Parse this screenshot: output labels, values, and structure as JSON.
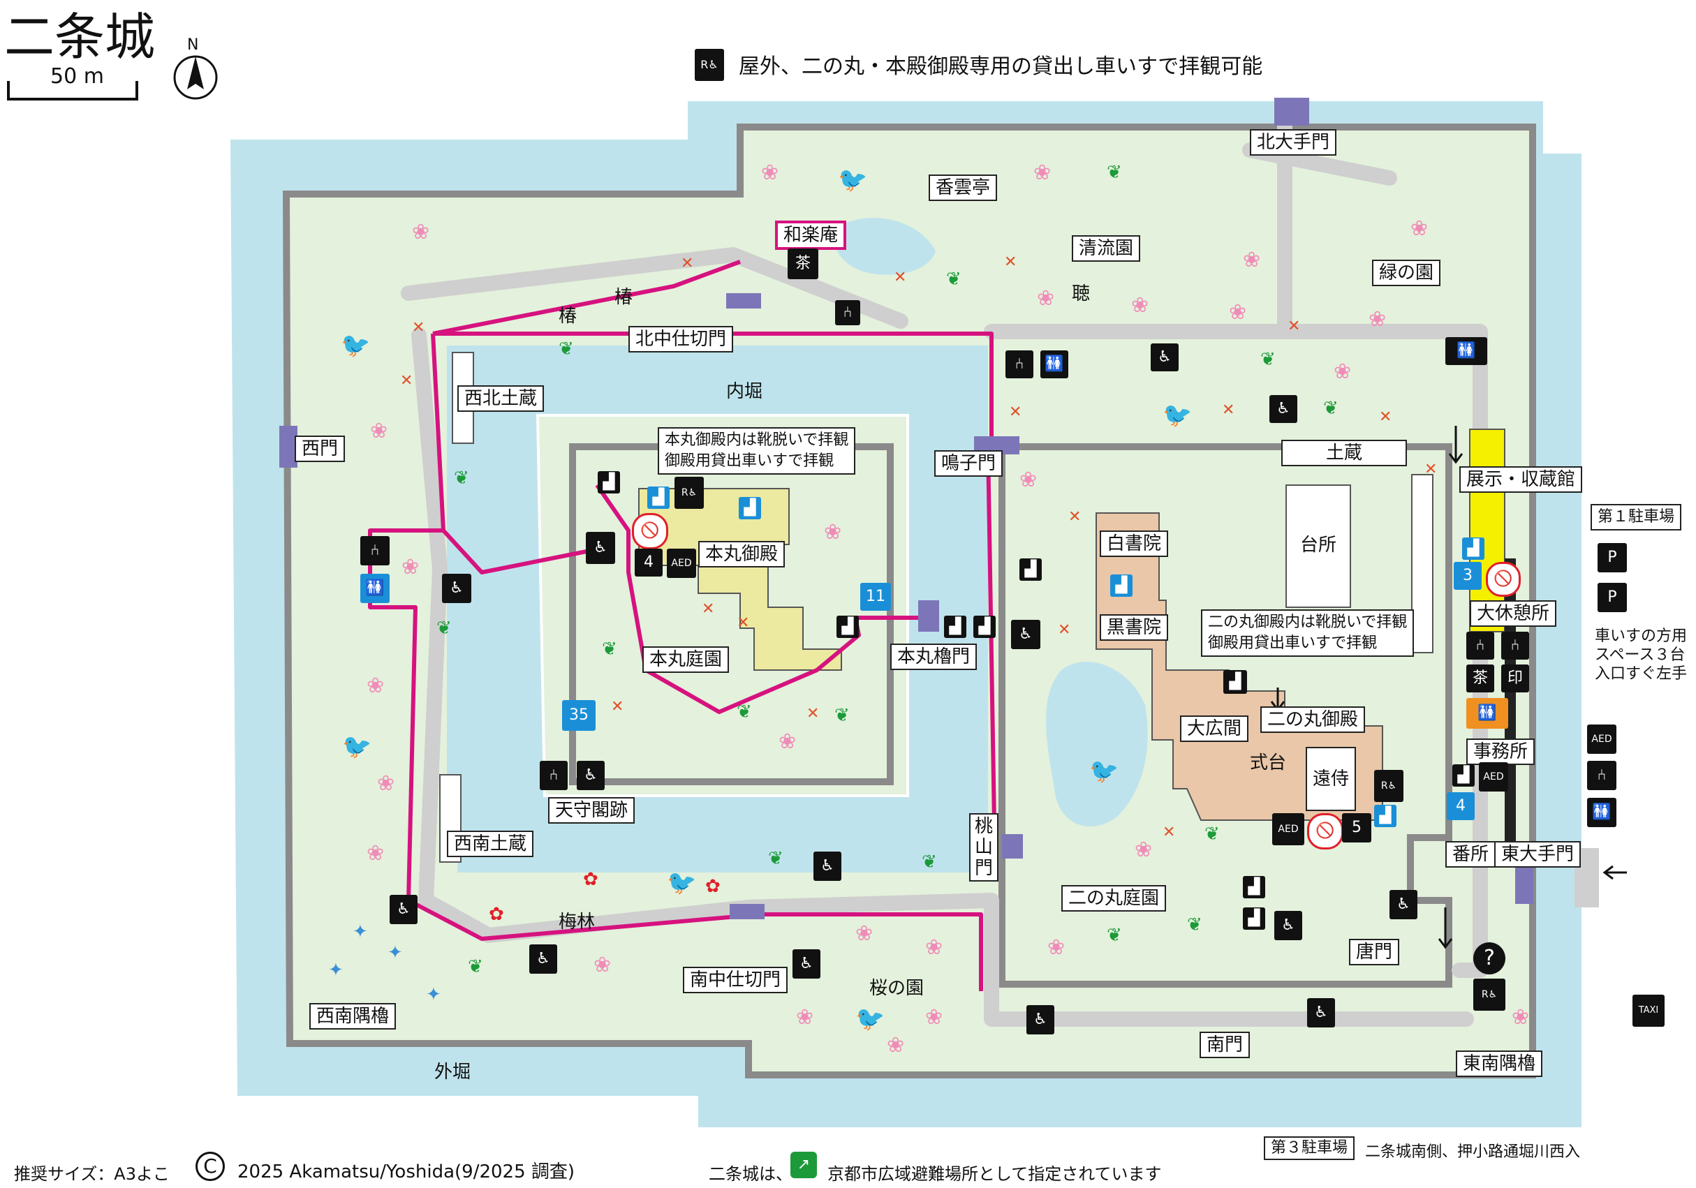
{
  "title": "二条城",
  "scale_label": "50 m",
  "north_label": "N",
  "notice_wheelchair": "屋外、二の丸・本殿御殿専用の貸出し車いすで拝観可能",
  "areas": {
    "kitaote_mon": "北大手門",
    "koun_tei": "香雲亭",
    "waraku_an": "和楽庵",
    "seiryu_en": "清流園",
    "midori_no_sono": "緑の園",
    "tsubaki1": "椿",
    "tsubaki2": "椿",
    "kitanaka_shikiri_mon": "北中仕切門",
    "uchibori": "内堀",
    "seihoku_dozo": "西北土蔵",
    "nishi_mon": "西門",
    "honmaru_note1": "本丸御殿内は靴脱いで拝観",
    "honmaru_note2": "御殿用貸出車いすで拝観",
    "honmaru_goten": "本丸御殿",
    "honmaru_teien": "本丸庭園",
    "honmaru_yagura_mon": "本丸櫓門",
    "tenshu_kakuato": "天守閣跡",
    "seinan_dozo": "西南土蔵",
    "bairin": "梅林",
    "minamanaka_shikiri_mon": "南中仕切門",
    "sakura_no_sono": "桜の園",
    "seinan_sumiyagura": "西南隅櫓",
    "sotobori": "外堀",
    "naruko_mon": "鳴子門",
    "momoyama_mon": "桃山門",
    "shiroshoin": "白書院",
    "kuroshoin": "黒書院",
    "ninomaru_note1": "二の丸御殿内は靴脱いで拝観",
    "ninomaru_note2": "御殿用貸出車いすで拝観",
    "ohiroma": "大広間",
    "ninomaru_goten": "二の丸御殿",
    "shikidai": "式台",
    "tozamurai": "遠侍",
    "ninomaru_teien": "二の丸庭園",
    "karamon": "唐門",
    "minami_mon": "南門",
    "tonan_sumiyagura": "東南隅櫓",
    "dozo": "土蔵",
    "daidokoro": "台所",
    "tenji_shuzokan": "展示・収蔵館",
    "daikyukeisho": "大休憩所",
    "jimusho": "事務所",
    "banjo": "番所",
    "higashiote_mon": "東大手門",
    "kiku": "聴"
  },
  "parking": {
    "lot1": "第１駐車場",
    "lot1_note1": "車いすの方用",
    "lot1_note2": "スペース３台",
    "lot1_note3": "入口すぐ左手",
    "lot3": "第３駐車場",
    "lot3_desc": "二条城南側、押小路通堀川西入"
  },
  "icons": {
    "restroom": "🚻",
    "wheelchair": "♿",
    "wheelchair_rental": "R♿",
    "aed": "AED",
    "info": "?",
    "taxi": "TAXI",
    "seal": "印",
    "tea": "茶",
    "no_shoes": "🚫",
    "parking": "P",
    "bench": "⑃",
    "stairs": "▟"
  },
  "step_counts": {
    "honmaru_4": "4",
    "honmaru_11": "11",
    "tenshu_35": "35",
    "daikyukei_3": "3",
    "jimusho_4": "4",
    "ninomaru_5": "5"
  },
  "footer": {
    "size": "推奨サイズ：A3よこ",
    "copyright_symbol": "C",
    "copyright": "2025 Akamatsu/Yoshida(9/2025 調査)",
    "evac_prefix": "二条城は、",
    "evac_suffix": "京都市広域避難場所として指定されています"
  },
  "colors": {
    "moat": "#bfe3ec",
    "ground": "#e4f1dc",
    "wall": "#8a8a8a",
    "route": "#d6127f",
    "building": "#e9c7a8",
    "honmaru_building": "#ece9a0",
    "exhibition": "#f5ef00"
  }
}
